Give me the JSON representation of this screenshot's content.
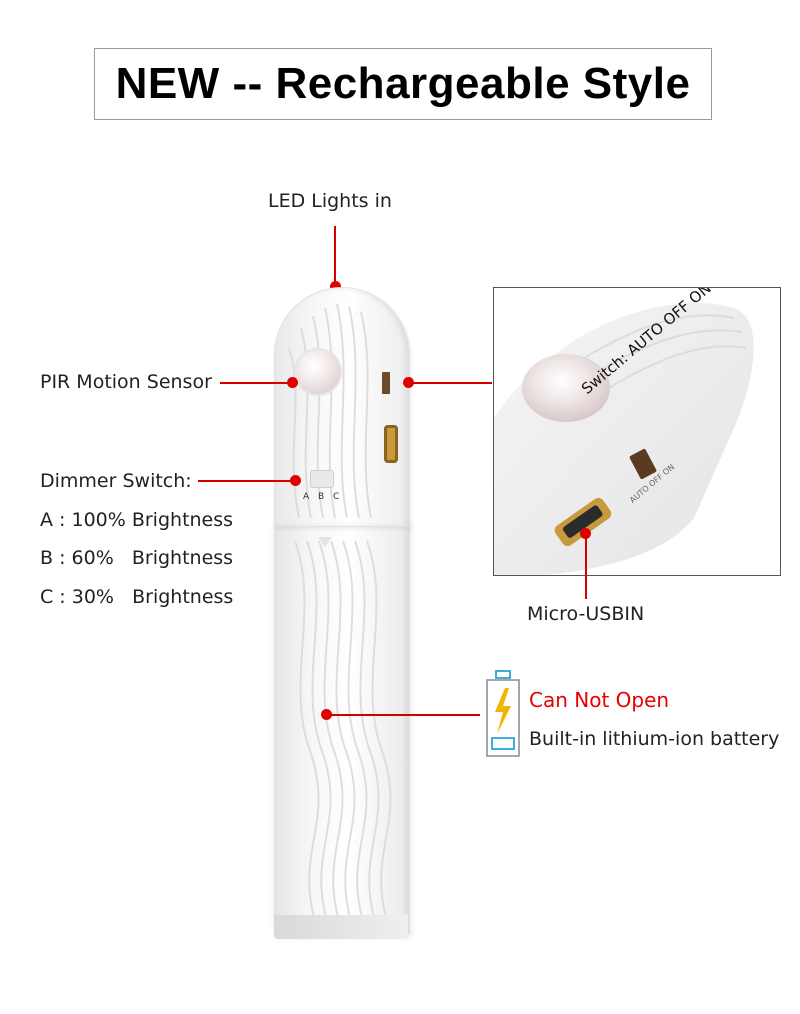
{
  "title": "NEW -- Rechargeable Style",
  "labels": {
    "led_lights": "LED Lights in",
    "pir_sensor": "PIR Motion Sensor",
    "dimmer_switch": "Dimmer Switch:",
    "dimmer_a": "A : 100% Brightness",
    "dimmer_b": "B : 60%   Brightness",
    "dimmer_c": "C : 30%   Brightness",
    "micro_usb": "Micro-USBIN",
    "can_not_open": "Can Not Open",
    "battery": "Built-in lithium-ion battery"
  },
  "device": {
    "dimmer_marks": "A B C"
  },
  "inset": {
    "switch_label": "Switch: AUTO  OFF  ON",
    "small_marks": "AUTO OFF ON"
  },
  "colors": {
    "pointer": "#e10000",
    "warning_text": "#e60000",
    "battery_outline": "#2aa6d6",
    "battery_bolt": "#f1b400"
  },
  "icons": {
    "battery": "battery-charging-icon"
  }
}
